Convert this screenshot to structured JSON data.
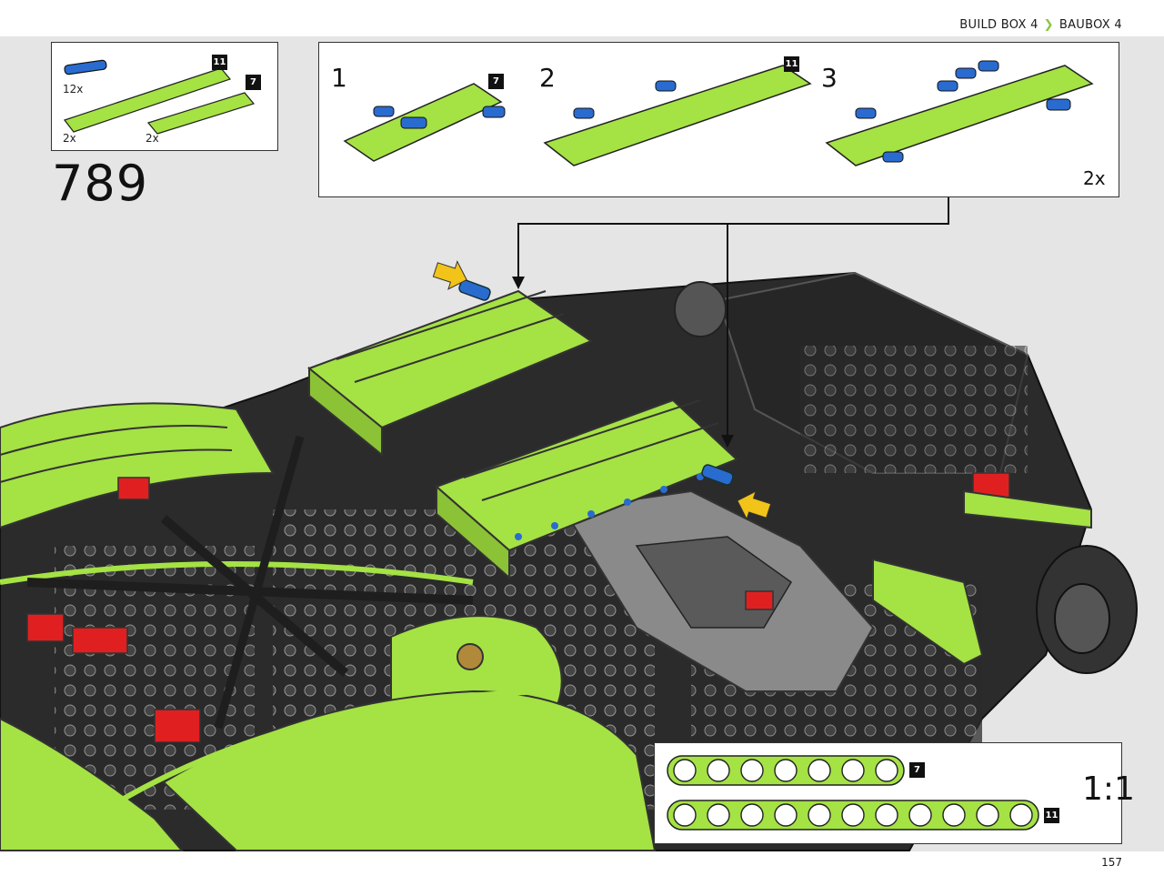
{
  "header": {
    "breadcrumb_en": "BUILD BOX 4",
    "breadcrumb_de": "BAUBOX 4",
    "separator_color": "#8ac53f"
  },
  "step": {
    "number": "789"
  },
  "parts_box": {
    "pin_qty": "12x",
    "beam11_qty": "2x",
    "beam7_qty": "2x",
    "beam11_length": "11",
    "beam7_length": "7"
  },
  "sub_build": {
    "steps": [
      {
        "label": "1",
        "badge": "7"
      },
      {
        "label": "2",
        "badge": "11"
      },
      {
        "label": "3",
        "badge": ""
      }
    ],
    "multiplier": "2x"
  },
  "scale_box": {
    "ratio": "1:1",
    "beam7_badge": "7",
    "beam11_badge": "11"
  },
  "page": {
    "number": "157"
  },
  "colors": {
    "lime": "#a5e244",
    "blue": "#2a6bd0",
    "red": "#e02020",
    "black": "#1e1e1e",
    "yellow": "#f2c318"
  }
}
